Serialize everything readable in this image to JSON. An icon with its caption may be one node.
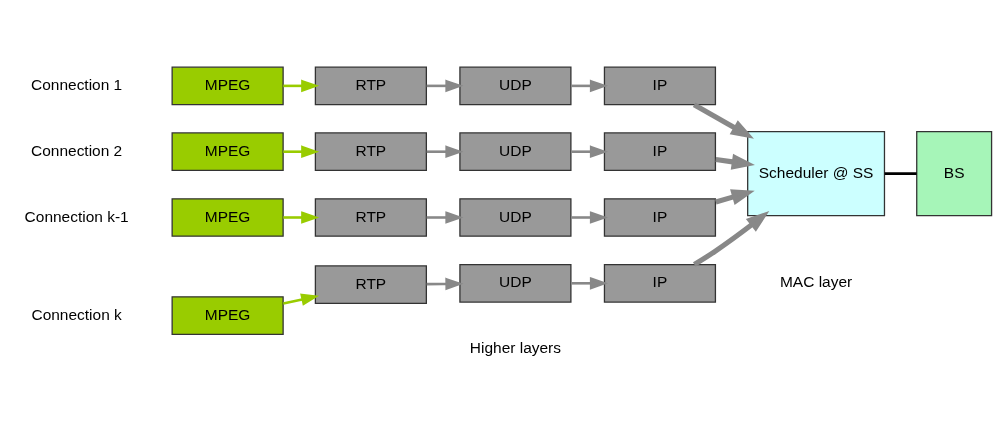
{
  "diagram": {
    "nodes": [
      {
        "text": [
          "MPEG"
        ]
      },
      {
        "text": [
          "RTP"
        ]
      },
      {
        "text": [
          "UDP"
        ]
      },
      {
        "text": [
          "IP"
        ]
      },
      {
        "text": [
          "MPEG"
        ]
      },
      {
        "text": [
          "RTP"
        ]
      },
      {
        "text": [
          "UDP"
        ]
      },
      {
        "text": [
          "IP"
        ]
      },
      {
        "text": [
          "MPEG"
        ]
      },
      {
        "text": [
          "RTP"
        ]
      },
      {
        "text": [
          "UDP"
        ]
      },
      {
        "text": [
          "IP"
        ]
      },
      {
        "text": [
          "MPEG"
        ]
      },
      {
        "text": [
          "RTP"
        ]
      },
      {
        "text": [
          "UDP"
        ]
      },
      {
        "text": [
          "IP"
        ]
      },
      {
        "text": [
          "Scheduler @ SS"
        ]
      },
      {
        "text": [
          "BS"
        ]
      }
    ],
    "edges": [
      {
        "from": 0,
        "to": 1,
        "arrow": "to",
        "color": "#99cc00"
      },
      {
        "from": 1,
        "to": 2,
        "arrow": "to"
      },
      {
        "from": 2,
        "to": 3,
        "arrow": "to"
      },
      {
        "from": 4,
        "to": 5,
        "arrow": "to",
        "color": "#99cc00"
      },
      {
        "from": 5,
        "to": 6,
        "arrow": "to"
      },
      {
        "from": 6,
        "to": 7,
        "arrow": "to"
      },
      {
        "from": 8,
        "to": 9,
        "arrow": "to",
        "color": "#99cc00"
      },
      {
        "from": 9,
        "to": 10,
        "arrow": "to"
      },
      {
        "from": 10,
        "to": 11,
        "arrow": "to"
      },
      {
        "from": 12,
        "to": 13,
        "arrow": "to",
        "color": "#99cc00"
      },
      {
        "from": 13,
        "to": 14,
        "arrow": "to"
      },
      {
        "from": 14,
        "to": 15,
        "arrow": "to"
      },
      {
        "from": 3,
        "to": 16,
        "arrow": "to",
        "style": "thick"
      },
      {
        "from": 7,
        "to": 16,
        "arrow": "to",
        "style": "thick"
      },
      {
        "from": 11,
        "to": 16,
        "arrow": "to",
        "style": "thick"
      },
      {
        "from": 15,
        "to": 16,
        "arrow": "to",
        "style": "thick"
      },
      {
        "from": 16,
        "to": 17,
        "arrow": "none",
        "color": "#000000"
      }
    ],
    "labels": [
      "Connection 1",
      "Connection 2",
      "Connection k-1",
      "Connection k",
      "Higher layers",
      "MAC layer"
    ]
  }
}
